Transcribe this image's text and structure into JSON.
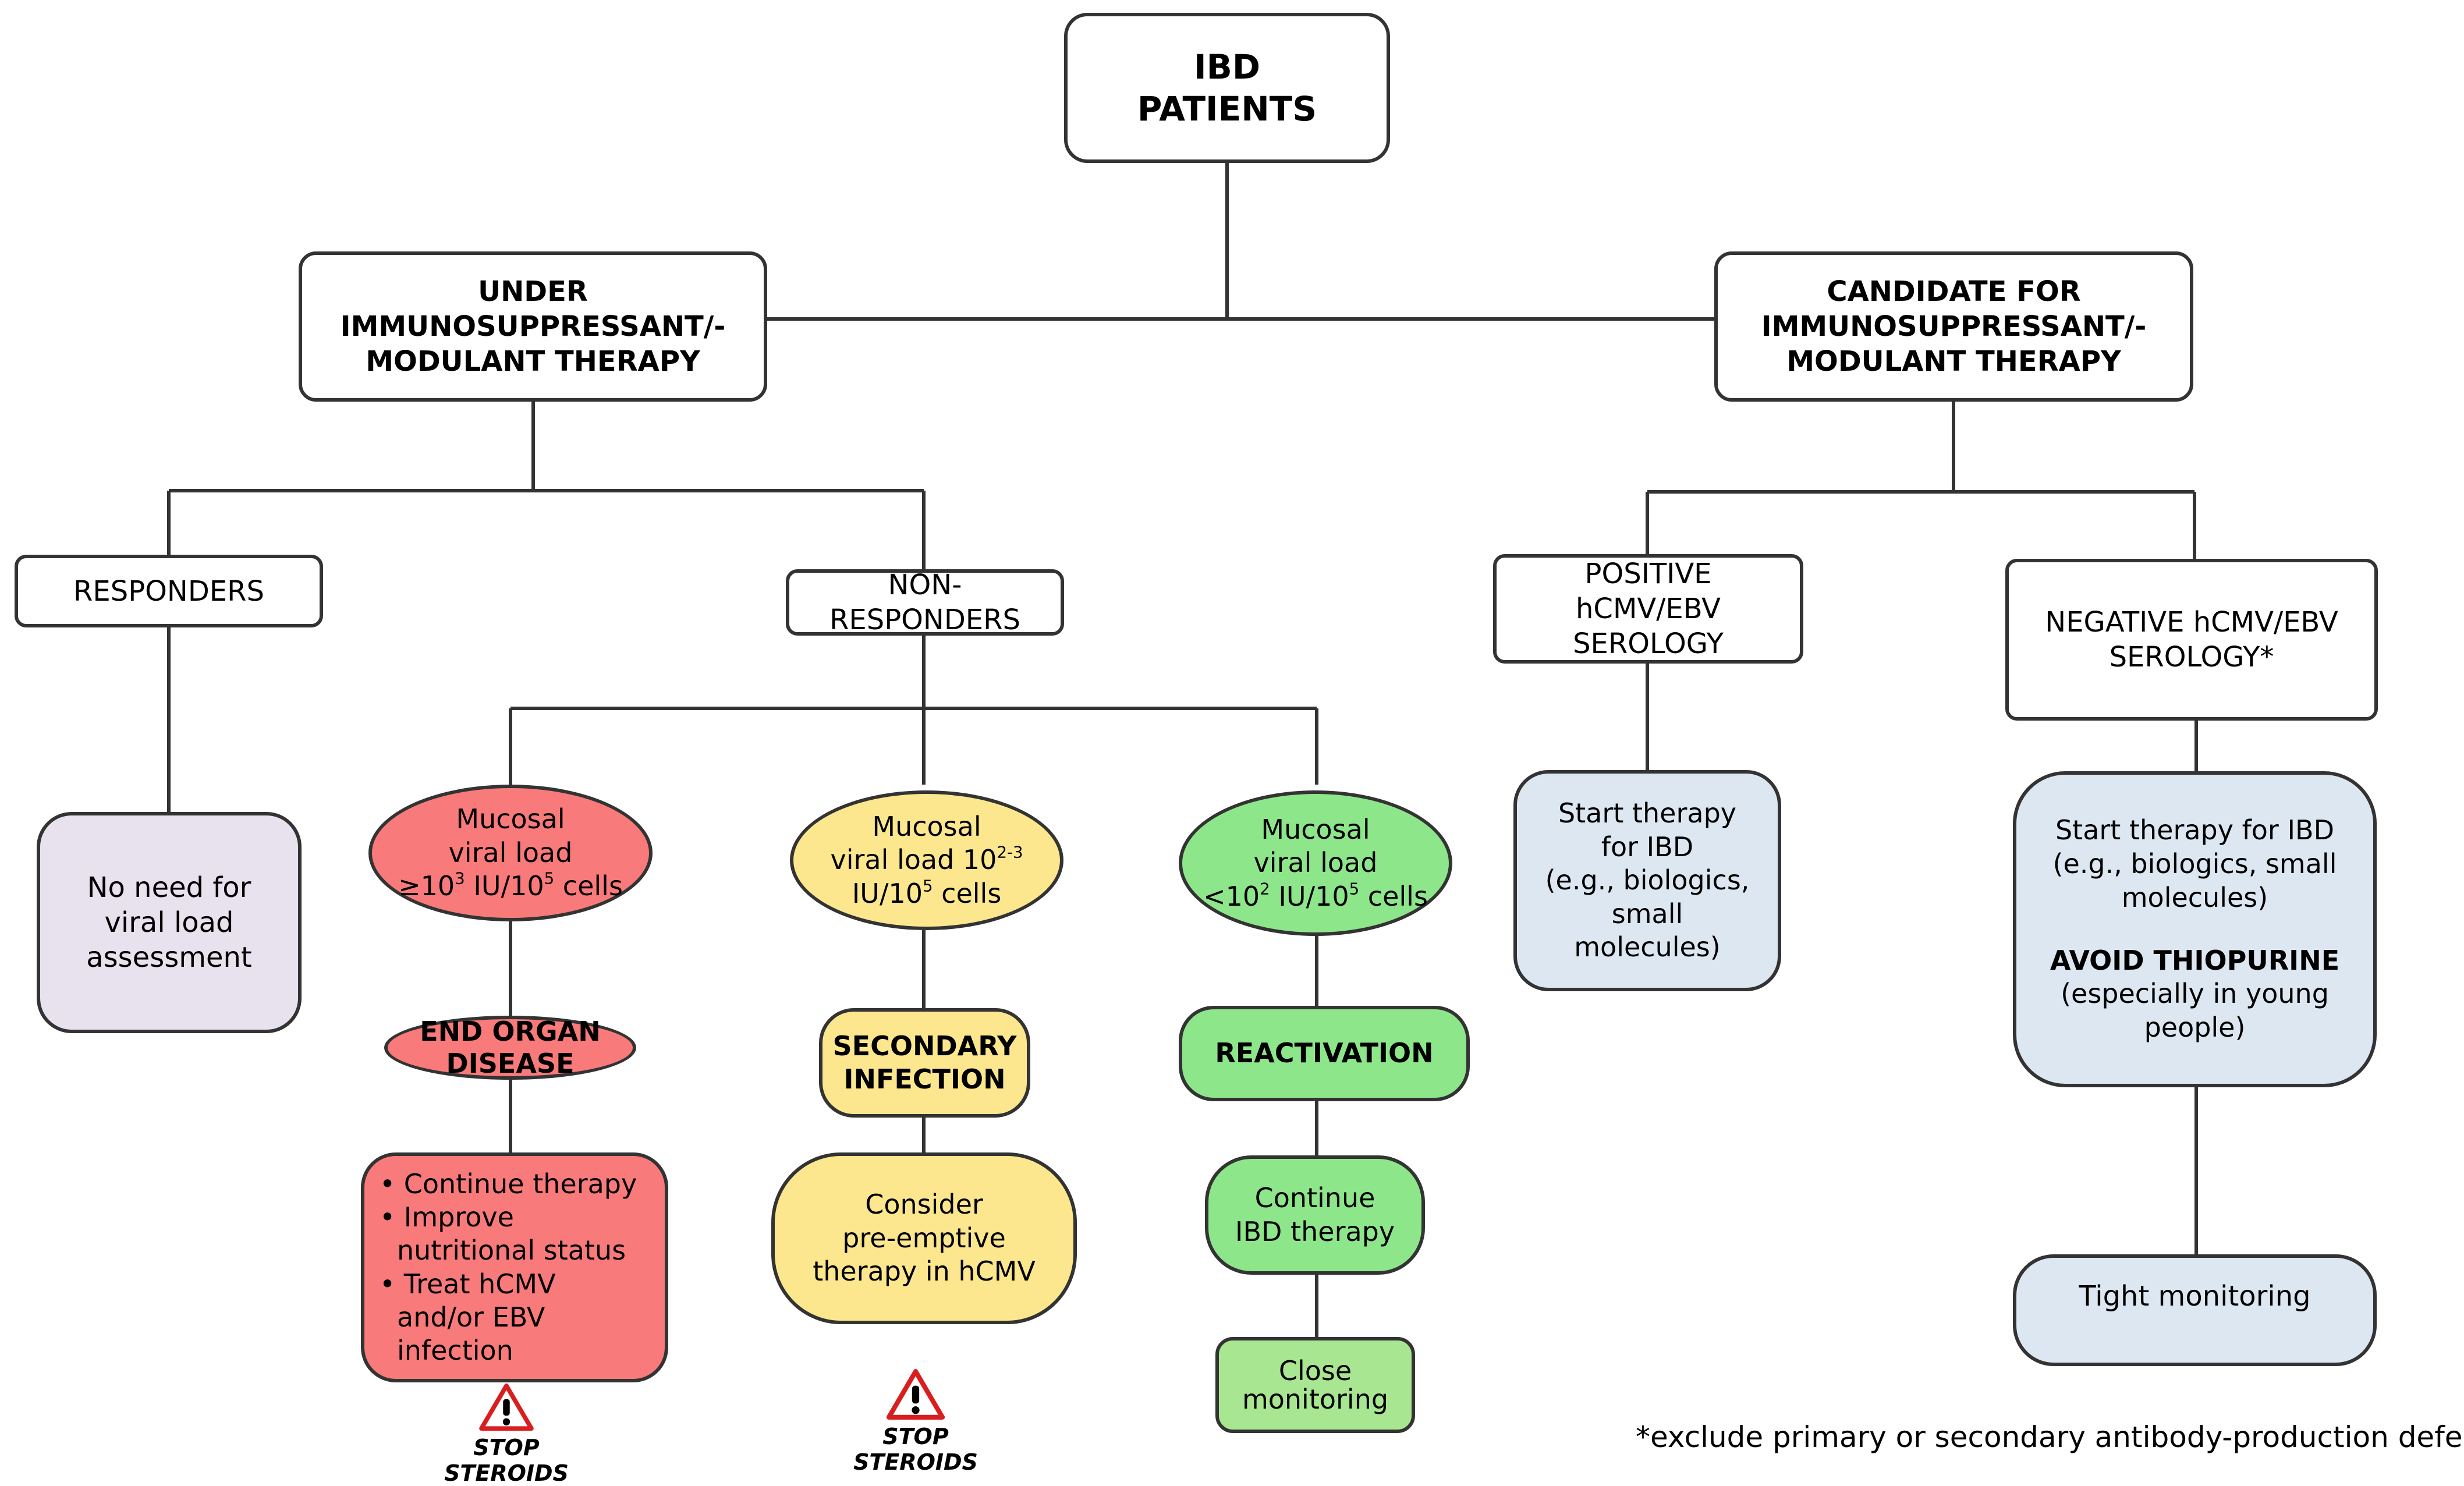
{
  "root": {
    "line1": "IBD",
    "line2": "PATIENTS"
  },
  "under": {
    "line1": "UNDER",
    "line2": "IMMUNOSUPPRESSANT/-",
    "line3": "MODULANT THERAPY"
  },
  "candidate": {
    "line1": "CANDIDATE FOR",
    "line2": "IMMUNOSUPPRESSANT/-",
    "line3": "MODULANT THERAPY"
  },
  "responders": {
    "label": "RESPONDERS"
  },
  "non_responders": {
    "label": "NON-RESPONDERS"
  },
  "no_need": {
    "line1": "No need for",
    "line2": "viral load",
    "line3": "assessment"
  },
  "high_load": {
    "line1": "Mucosal",
    "line2": "viral load",
    "line3_a": "≥10",
    "line3_sup1": "3",
    "line3_b": " IU/10",
    "line3_sup2": "5",
    "line3_c": " cells"
  },
  "mid_load": {
    "line1": "Mucosal",
    "line2_a": "viral load 10",
    "line2_sup": "2-3",
    "line3_a": "IU/10",
    "line3_sup": "5",
    "line3_b": " cells"
  },
  "low_load": {
    "line1": "Mucosal",
    "line2": "viral load",
    "line3_a": "<10",
    "line3_sup1": "2",
    "line3_b": " IU/10",
    "line3_sup2": "5",
    "line3_c": " cells"
  },
  "end_organ": {
    "line1": "END ORGAN",
    "line2": "DISEASE"
  },
  "secondary": {
    "line1": "SECONDARY",
    "line2": "INFECTION"
  },
  "reactivation": {
    "label": "REACTIVATION"
  },
  "red_actions": {
    "items": [
      "• Continue therapy",
      "• Improve nutritional status",
      "• Treat hCMV and/or EBV infection"
    ]
  },
  "yellow_action": {
    "line1": "Consider",
    "line2": "pre-emptive",
    "line3": "therapy in hCMV"
  },
  "continue_ibd": {
    "line1": "Continue",
    "line2": "IBD therapy"
  },
  "close_monitoring": {
    "line1": "Close",
    "line2": "monitoring"
  },
  "positive": {
    "line1": "POSITIVE hCMV/EBV",
    "line2": "SEROLOGY"
  },
  "negative": {
    "line1": "NEGATIVE hCMV/EBV",
    "line2": "SEROLOGY*"
  },
  "start_pos": {
    "line1": "Start therapy",
    "line2": "for IBD",
    "line3": "(e.g., biologics,",
    "line4": "small",
    "line5": "molecules)"
  },
  "start_neg": {
    "line1": "Start therapy for IBD",
    "line2": "(e.g., biologics, small",
    "line3": "molecules)",
    "line4": "AVOID THIOPURINE",
    "line5": "(especially in young",
    "line6": "people)"
  },
  "tight": {
    "label": "Tight monitoring"
  },
  "warnings": {
    "left": "STOP STEROIDS",
    "right": "STOP STEROIDS"
  },
  "footnote": "*exclude primary or secondary antibody-production defects",
  "colors": {
    "red": "#f97a7a",
    "yellow": "#fce78e",
    "green": "#8ee68b",
    "blue": "#dde7f1",
    "lilac": "#e8e1ee",
    "line": "#333333",
    "warning": "#d81e1e"
  }
}
